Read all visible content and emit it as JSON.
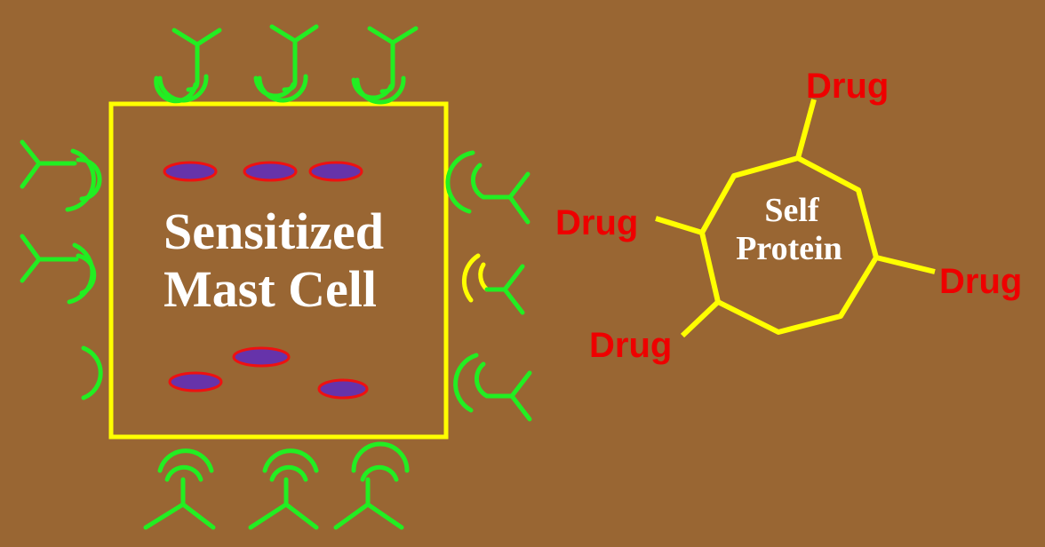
{
  "colors": {
    "background": "#996633",
    "cell_border": "#ffff00",
    "antibody": "#22ee22",
    "receptor_alt": "#ffff00",
    "granule_fill": "#6633aa",
    "granule_border": "#ee1111",
    "drug_text": "#ee0000",
    "label_text": "#ffffff"
  },
  "mast_cell": {
    "label_line1": "Sensitized",
    "label_line2": "Mast Cell"
  },
  "self_protein": {
    "label_line1": "Self",
    "label_line2": "Protein"
  },
  "drugs": [
    "Drug",
    "Drug",
    "Drug",
    "Drug"
  ]
}
